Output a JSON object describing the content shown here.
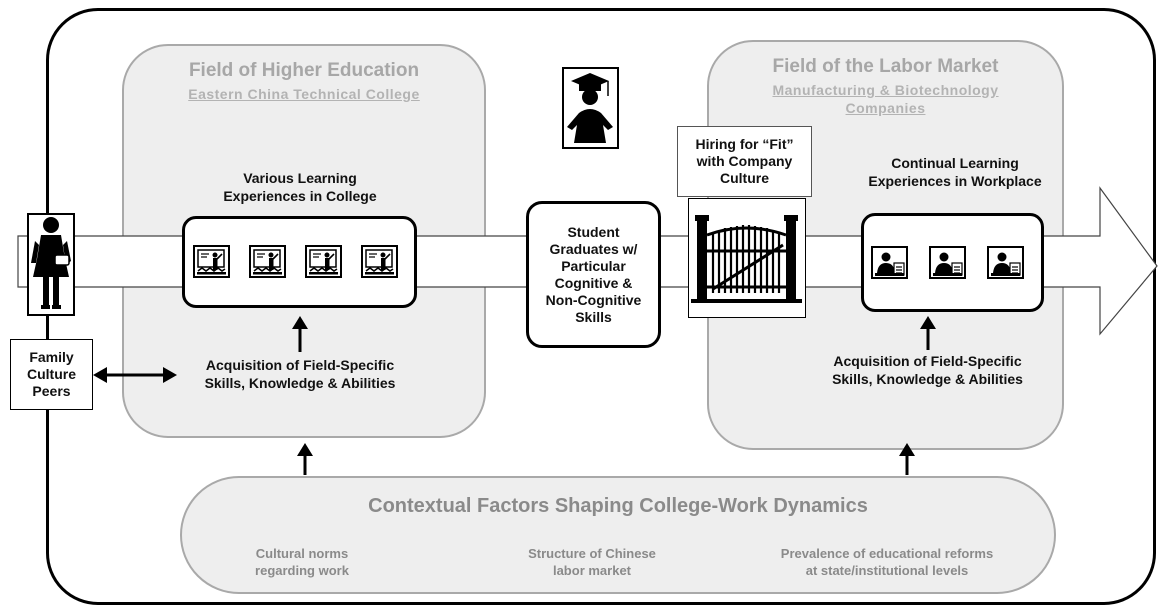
{
  "fields": {
    "higher_ed": {
      "title": "Field of Higher Education",
      "subtitle": "Eastern China Technical College"
    },
    "labor": {
      "title": "Field of the Labor Market",
      "subtitle_line1": "Manufacturing & Biotechnology",
      "subtitle_line2": "Companies"
    }
  },
  "college": {
    "experiences_line1": "Various Learning",
    "experiences_line2": "Experiences in College",
    "acquisition_line1": "Acquisition of Field-Specific",
    "acquisition_line2": "Skills, Knowledge & Abilities",
    "icons": [
      "classroom-teacher-icon",
      "classroom-teacher-icon",
      "classroom-teacher-icon",
      "classroom-teacher-icon"
    ]
  },
  "family": {
    "line1": "Family",
    "line2": "Culture",
    "line3": "Peers"
  },
  "graduate": {
    "line1": "Student",
    "line2": "Graduates w/",
    "line3": "Particular",
    "line4": "Cognitive &",
    "line5": "Non-Cognitive",
    "line6": "Skills"
  },
  "hiring": {
    "line1": "Hiring for “Fit”",
    "line2": "with Company",
    "line3": "Culture"
  },
  "workplace": {
    "experiences_line1": "Continual Learning",
    "experiences_line2": "Experiences in Workplace",
    "acquisition_line1": "Acquisition of Field-Specific",
    "acquisition_line2": "Skills, Knowledge & Abilities",
    "icons": [
      "office-worker-icon",
      "office-worker-icon",
      "office-worker-icon"
    ]
  },
  "context": {
    "title": "Contextual Factors Shaping College-Work Dynamics",
    "items": [
      {
        "line1": "Cultural norms",
        "line2": "regarding work"
      },
      {
        "line1": "Structure of Chinese",
        "line2": "labor market"
      },
      {
        "line1": "Prevalence of educational reforms",
        "line2": "at state/institutional levels"
      }
    ]
  },
  "colors": {
    "field_fill": "#eeeeee",
    "field_title": "#a7a7a7",
    "context_text": "#8a8a8a",
    "outline": "#000000"
  }
}
